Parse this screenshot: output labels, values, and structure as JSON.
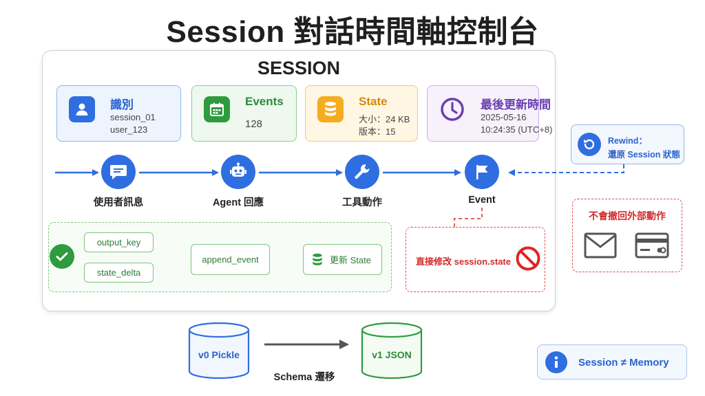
{
  "title": "Session 對話時間軸控制台",
  "session": {
    "title": "SESSION",
    "cards": {
      "identity": {
        "title": "識別",
        "line1": "session_01",
        "line2": "user_123",
        "icon": "user-icon"
      },
      "events": {
        "title": "Events",
        "line1": "128",
        "icon": "calendar-icon"
      },
      "state": {
        "title": "State",
        "line1": "大小：24 KB",
        "line2": "版本：15",
        "icon": "database-icon"
      },
      "updated": {
        "title": "最後更新時間",
        "line1": "2025-05-16",
        "line2": "10:24:35 (UTC+8)",
        "icon": "clock-icon"
      }
    },
    "flow": {
      "user_message": "使用者訊息",
      "agent": "Agent 回應",
      "tool": "工具動作",
      "event": "Event"
    },
    "update_path": {
      "output_key": "output_key",
      "state_delta": "state_delta",
      "append_event": "append_event",
      "update_state": "更新 State"
    },
    "forbidden": "直接修改 session.state"
  },
  "rewind": {
    "line1": "Rewind：",
    "line2": "還原 Session 狀態"
  },
  "no_undo": {
    "title": "不會撤回外部動作"
  },
  "migration": {
    "from": "v0 Pickle",
    "to": "v1 JSON",
    "label": "Schema 遷移"
  },
  "note": {
    "text": "Session ≠ Memory"
  },
  "colors": {
    "blue": "#2f6ee0",
    "green": "#2e9b3f",
    "amber": "#f4ad1f",
    "purple": "#6a3fb0",
    "red": "#d42a2a"
  }
}
